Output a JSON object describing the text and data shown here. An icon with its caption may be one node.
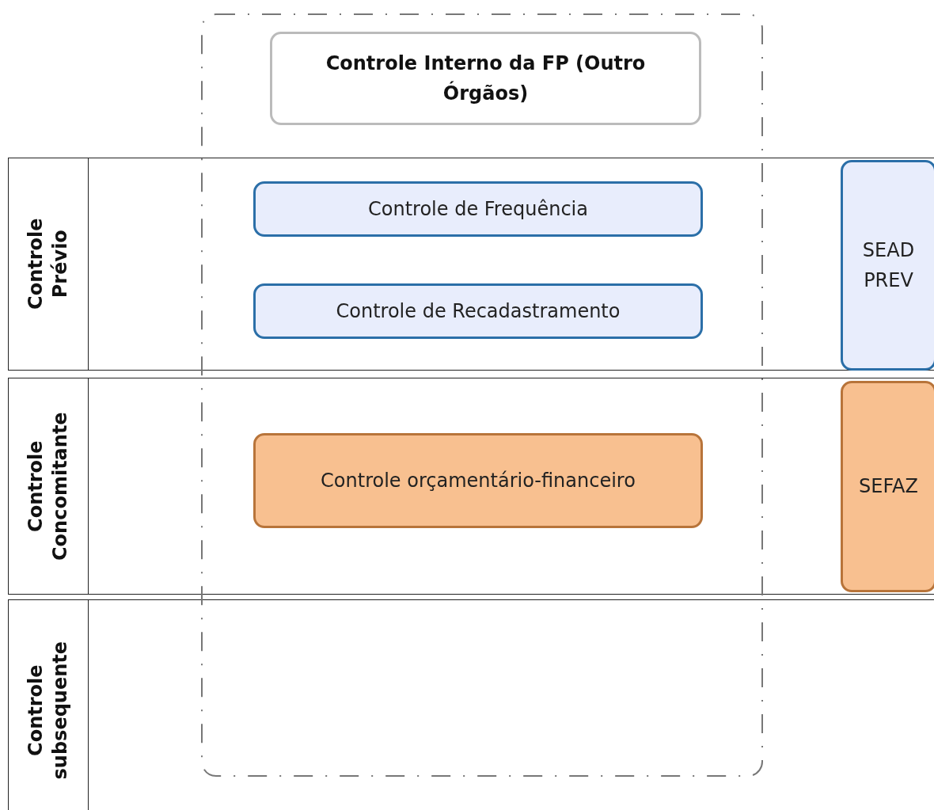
{
  "diagram": {
    "nodes": [
      {
        "text": [
          "Controle Interno da FP (Outro Órgãos)"
        ]
      },
      {
        "text": [
          "Controle Prévio"
        ]
      },
      {
        "text": [
          "Controle de Frequência"
        ],
        "in": 1
      },
      {
        "text": [
          "Controle de Recadastramento"
        ],
        "in": 1
      },
      {
        "text": [
          "SEAD PREV"
        ],
        "in": 1
      },
      {
        "text": [
          "Controle Concomitante"
        ]
      },
      {
        "text": [
          "Controle orçamentário-financeiro"
        ],
        "in": 5
      },
      {
        "text": [
          "SEFAZ"
        ],
        "in": 5
      },
      {
        "text": [
          "Controle subsequente"
        ]
      }
    ],
    "edges": []
  }
}
